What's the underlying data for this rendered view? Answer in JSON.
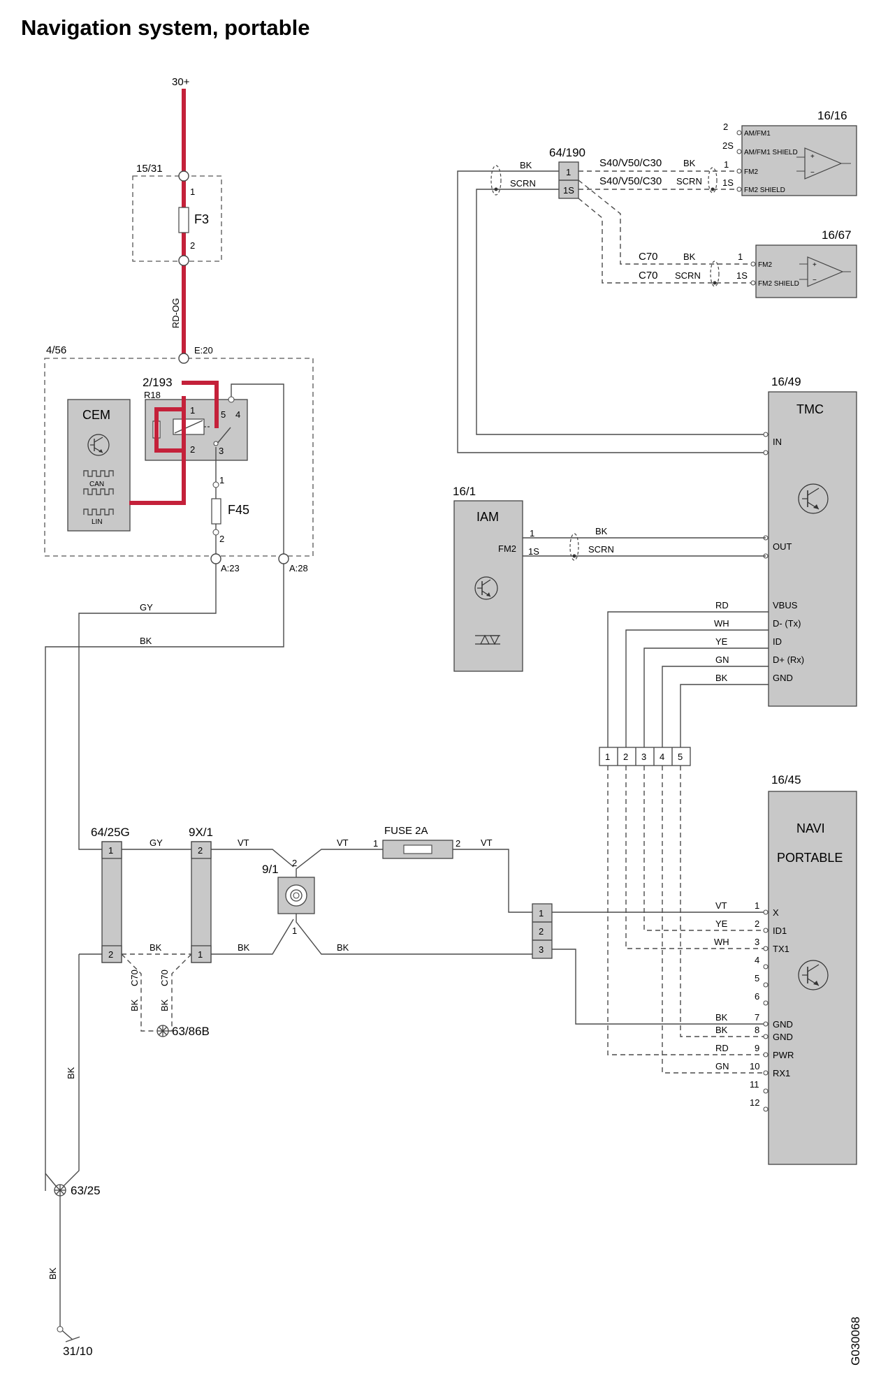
{
  "title": "Navigation system, portable",
  "doc_id": "G030068",
  "supply": "30+",
  "ground_main": "31/10",
  "ground_63_25": "63/25",
  "ground_63_86b": "63/86B",
  "colors": {
    "supply_wire": "#c4213a",
    "component_fill": "#c8c8c8",
    "wire": "#4a4a4a"
  },
  "fuse_box_15_31": {
    "id": "15/31",
    "fuse": "F3",
    "pin_top": "1",
    "pin_bottom": "2"
  },
  "wire_rd_og": "RD-OG",
  "module_4_56": {
    "id": "4/56",
    "node_top": "E:20",
    "node_a23": "A:23",
    "node_a28": "A:28"
  },
  "cem": {
    "label": "CEM",
    "can": "CAN",
    "lin": "LIN"
  },
  "relay": {
    "id": "2/193",
    "sub": "R18",
    "pins": [
      "1",
      "2",
      "5",
      "4",
      "3"
    ]
  },
  "fuse_f45": {
    "label": "F45",
    "pin_top": "1",
    "pin_bottom": "2"
  },
  "wire_gy": "GY",
  "wire_bk": "BK",
  "wire_vt": "VT",
  "conn_64_25g": {
    "id": "64/25G",
    "pins": [
      "1",
      "2"
    ]
  },
  "conn_9x_1": {
    "id": "9X/1",
    "pins": [
      "2",
      "1"
    ]
  },
  "c70_label": "C70",
  "antenna_9_1": {
    "id": "9/1",
    "pins": [
      "2",
      "1"
    ]
  },
  "fuse_2a": {
    "label": "FUSE 2A",
    "pins": [
      "1",
      "2"
    ]
  },
  "conn3": {
    "pins": [
      "1",
      "2",
      "3"
    ]
  },
  "conn_64_190": {
    "id": "64/190",
    "pins": [
      "1",
      "1S"
    ]
  },
  "radio_16_16": {
    "id": "16/16",
    "pins": [
      {
        "n": "2",
        "name": "AM/FM1"
      },
      {
        "n": "2S",
        "name": "AM/FM1 SHIELD"
      },
      {
        "n": "1",
        "name": "FM2"
      },
      {
        "n": "1S",
        "name": "FM2 SHIELD"
      }
    ]
  },
  "radio_16_67": {
    "id": "16/67",
    "pins": [
      {
        "n": "1",
        "name": "FM2"
      },
      {
        "n": "1S",
        "name": "FM2 SHIELD"
      }
    ]
  },
  "wire_tags": {
    "bk": "BK",
    "scrn": "SCRN",
    "s40": "S40/V50/C30",
    "c70": "C70"
  },
  "tmc": {
    "id": "16/49",
    "label": "TMC",
    "in": "IN",
    "out": "OUT",
    "usb": [
      {
        "pin": "VBUS",
        "wire": "RD"
      },
      {
        "pin": "D- (Tx)",
        "wire": "WH"
      },
      {
        "pin": "ID",
        "wire": "YE"
      },
      {
        "pin": "D+ (Rx)",
        "wire": "GN"
      },
      {
        "pin": "GND",
        "wire": "BK"
      }
    ]
  },
  "iam": {
    "id": "16/1",
    "label": "IAM",
    "fm2": "FM2",
    "pins": [
      "1",
      "1S"
    ]
  },
  "conn5": {
    "pins": [
      "1",
      "2",
      "3",
      "4",
      "5"
    ]
  },
  "navi": {
    "id": "16/45",
    "label1": "NAVI",
    "label2": "PORTABLE",
    "pins": [
      {
        "n": "1",
        "name": "X",
        "wire": "VT"
      },
      {
        "n": "2",
        "name": "ID1",
        "wire": "YE"
      },
      {
        "n": "3",
        "name": "TX1",
        "wire": "WH"
      },
      {
        "n": "4",
        "name": "",
        "wire": ""
      },
      {
        "n": "5",
        "name": "",
        "wire": ""
      },
      {
        "n": "6",
        "name": "",
        "wire": ""
      },
      {
        "n": "7",
        "name": "GND",
        "wire": "BK"
      },
      {
        "n": "8",
        "name": "GND",
        "wire": "BK"
      },
      {
        "n": "9",
        "name": "PWR",
        "wire": "RD"
      },
      {
        "n": "10",
        "name": "RX1",
        "wire": "GN"
      },
      {
        "n": "11",
        "name": "",
        "wire": ""
      },
      {
        "n": "12",
        "name": "",
        "wire": ""
      }
    ]
  }
}
